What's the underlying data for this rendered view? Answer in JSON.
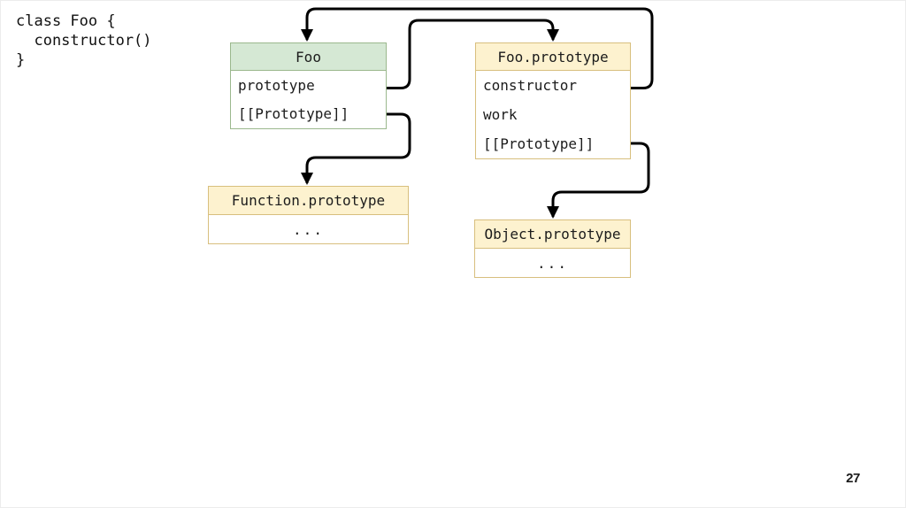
{
  "code": {
    "lines": [
      "class Foo {",
      "  constructor()",
      "}"
    ]
  },
  "boxes": {
    "foo": {
      "title": "Foo",
      "rows": [
        "prototype",
        "[[Prototype]]"
      ]
    },
    "foo_prototype": {
      "title": "Foo.prototype",
      "rows": [
        "constructor",
        "work",
        "[[Prototype]]"
      ]
    },
    "function_prototype": {
      "title": "Function.prototype",
      "rows": [
        "..."
      ]
    },
    "object_prototype": {
      "title": "Object.prototype",
      "rows": [
        "..."
      ]
    }
  },
  "edges": [
    {
      "from": "Foo.prototype (property of Foo)",
      "to": "Foo.prototype"
    },
    {
      "from": "Foo.prototype.constructor",
      "to": "Foo"
    },
    {
      "from": "Foo.[[Prototype]]",
      "to": "Function.prototype"
    },
    {
      "from": "Foo.prototype.[[Prototype]]",
      "to": "Object.prototype"
    }
  ],
  "colors": {
    "green_fill": "#d5e8d4",
    "green_stroke": "#9bb88d",
    "yellow_fill": "#fdf2cf",
    "yellow_stroke": "#d8bf7e",
    "arrow": "#000000",
    "text": "#1c1c1c"
  },
  "page_number": "27"
}
